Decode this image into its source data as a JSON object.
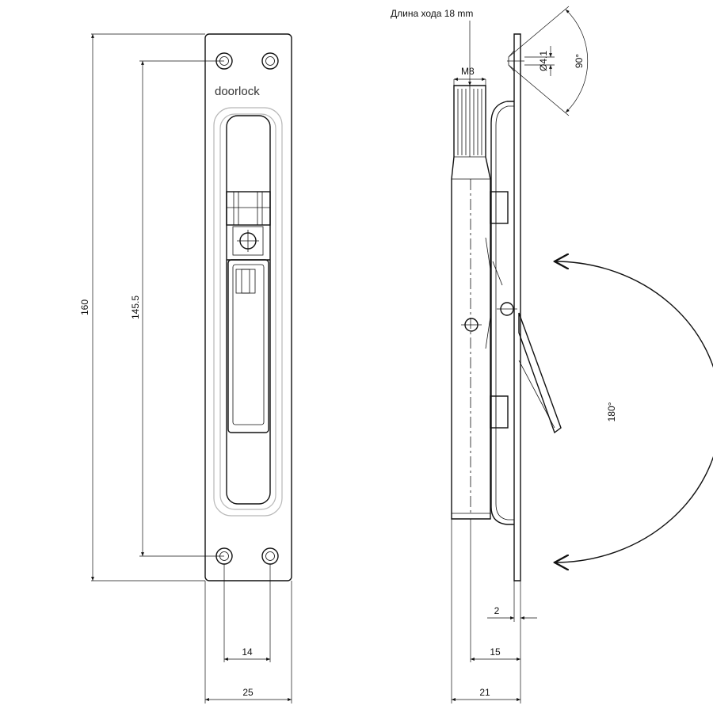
{
  "brand": "doorlock",
  "stroke_title": "Длина хода 18 mm",
  "dimensions": {
    "height_total": "160",
    "hole_spacing_vertical": "145.5",
    "hole_spacing_horizontal": "14",
    "width_total": "25",
    "thread": "M8",
    "hole_diameter": "Ø4.1",
    "countersink_angle": "90°",
    "lever_rotation": "180°",
    "plate_thickness": "2",
    "bolt_offset": "15",
    "depth_total": "21"
  },
  "colors": {
    "line": "#111111",
    "hidden_outline": "#b8b8b8"
  }
}
